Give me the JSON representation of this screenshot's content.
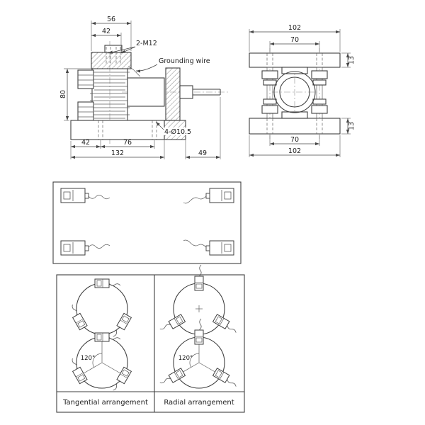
{
  "side_view": {
    "dim_width_top": "56",
    "dim_width_inner": "42",
    "thread_label": "2-M12",
    "grounding_label": "Grounding wire",
    "dim_height": "80",
    "dim_base_left": "42",
    "dim_base_mid": "76",
    "hole_label": "4-Ø10.5",
    "dim_base_total": "132",
    "dim_cable": "49"
  },
  "end_view": {
    "dim_width_outer_top": "102",
    "dim_width_inner_top": "70",
    "dim_plate_top": "13",
    "dim_plate_bottom": "13",
    "dim_width_inner_bottom": "70",
    "dim_width_outer_bottom": "102"
  },
  "arrangements": {
    "tangential_caption": "Tangential arrangement",
    "radial_caption": "Radial arrangement",
    "tangential_angle": "120°",
    "radial_angle": "120°"
  }
}
